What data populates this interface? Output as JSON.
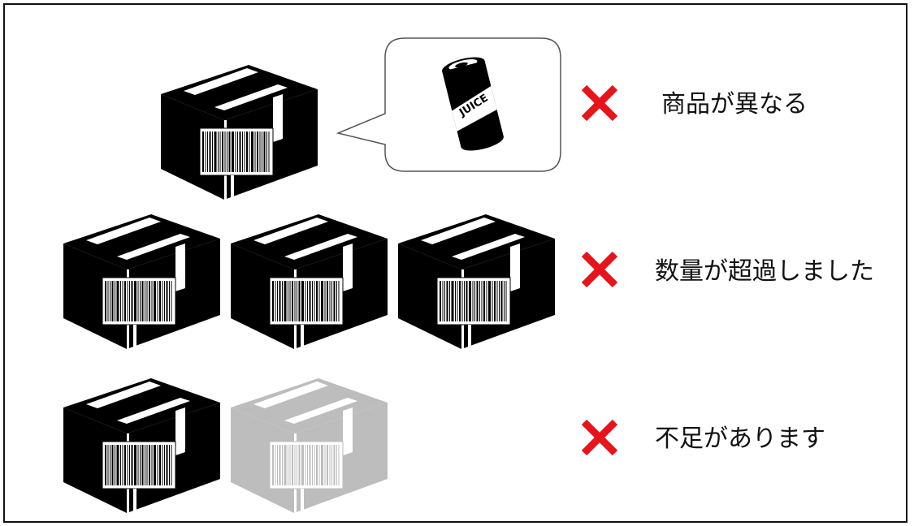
{
  "colors": {
    "frame": "#111111",
    "box_black": "#000000",
    "box_faded": "#bdbdbd",
    "barcode_faded": "#e6e6e6",
    "cross_red": "#e8141b",
    "bubble_border": "#555555"
  },
  "icons": {
    "box": "package-barcode-icon",
    "can": "juice-can-icon",
    "cross": "cross-mark-icon"
  },
  "can_label": "JUICE",
  "rows": [
    {
      "message": "商品が異なる",
      "boxes": [
        {
          "state": "present"
        }
      ],
      "bubble": true
    },
    {
      "message": "数量が超過しました",
      "boxes": [
        {
          "state": "present"
        },
        {
          "state": "present"
        },
        {
          "state": "present"
        }
      ]
    },
    {
      "message": "不足があります",
      "boxes": [
        {
          "state": "present"
        },
        {
          "state": "missing"
        }
      ]
    }
  ]
}
